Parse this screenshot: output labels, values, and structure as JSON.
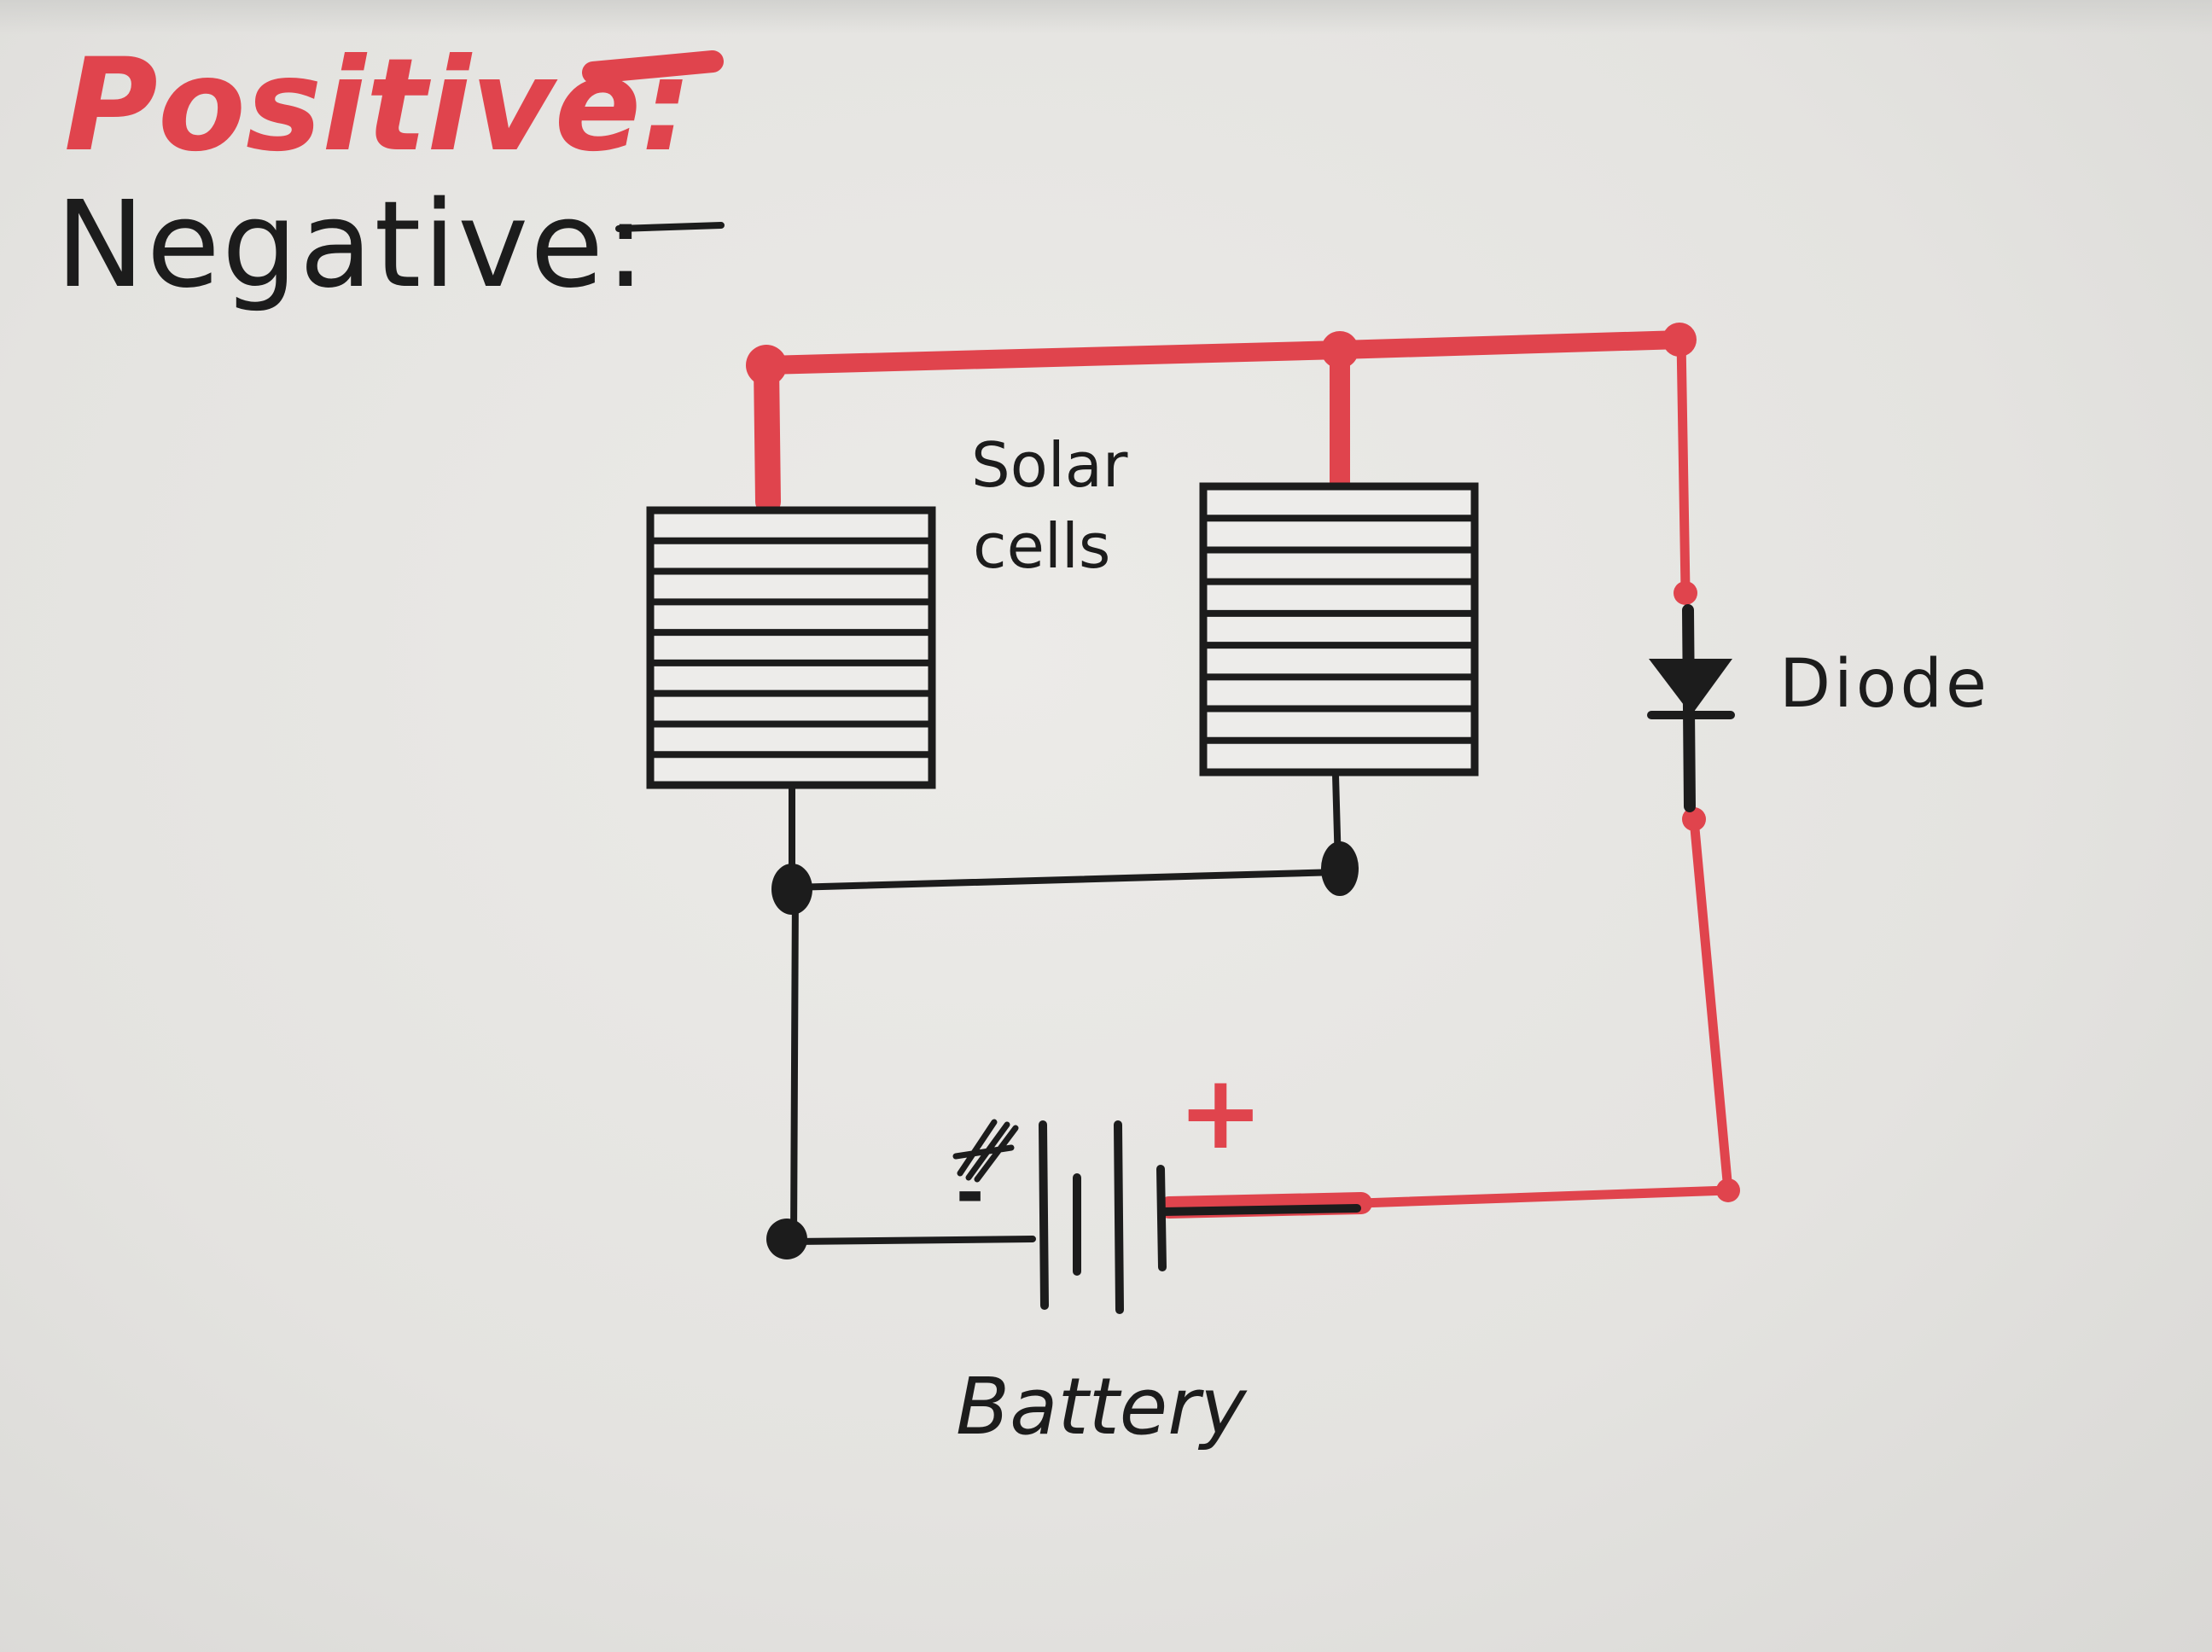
{
  "colors": {
    "positive": "#e0444d",
    "negative": "#1c1c1c",
    "paper": "#e6e6e3"
  },
  "legend": {
    "positive_label": "Positive:",
    "negative_label": "Negative:"
  },
  "labels": {
    "solar_line1": "Solar",
    "solar_line2": "cells",
    "diode": "Diode",
    "battery": "Battery",
    "battery_minus": "-",
    "battery_plus": "+"
  },
  "components": {
    "solar_panel_count": 2,
    "solar_panel_stripes": 8,
    "battery_cells": 4
  }
}
